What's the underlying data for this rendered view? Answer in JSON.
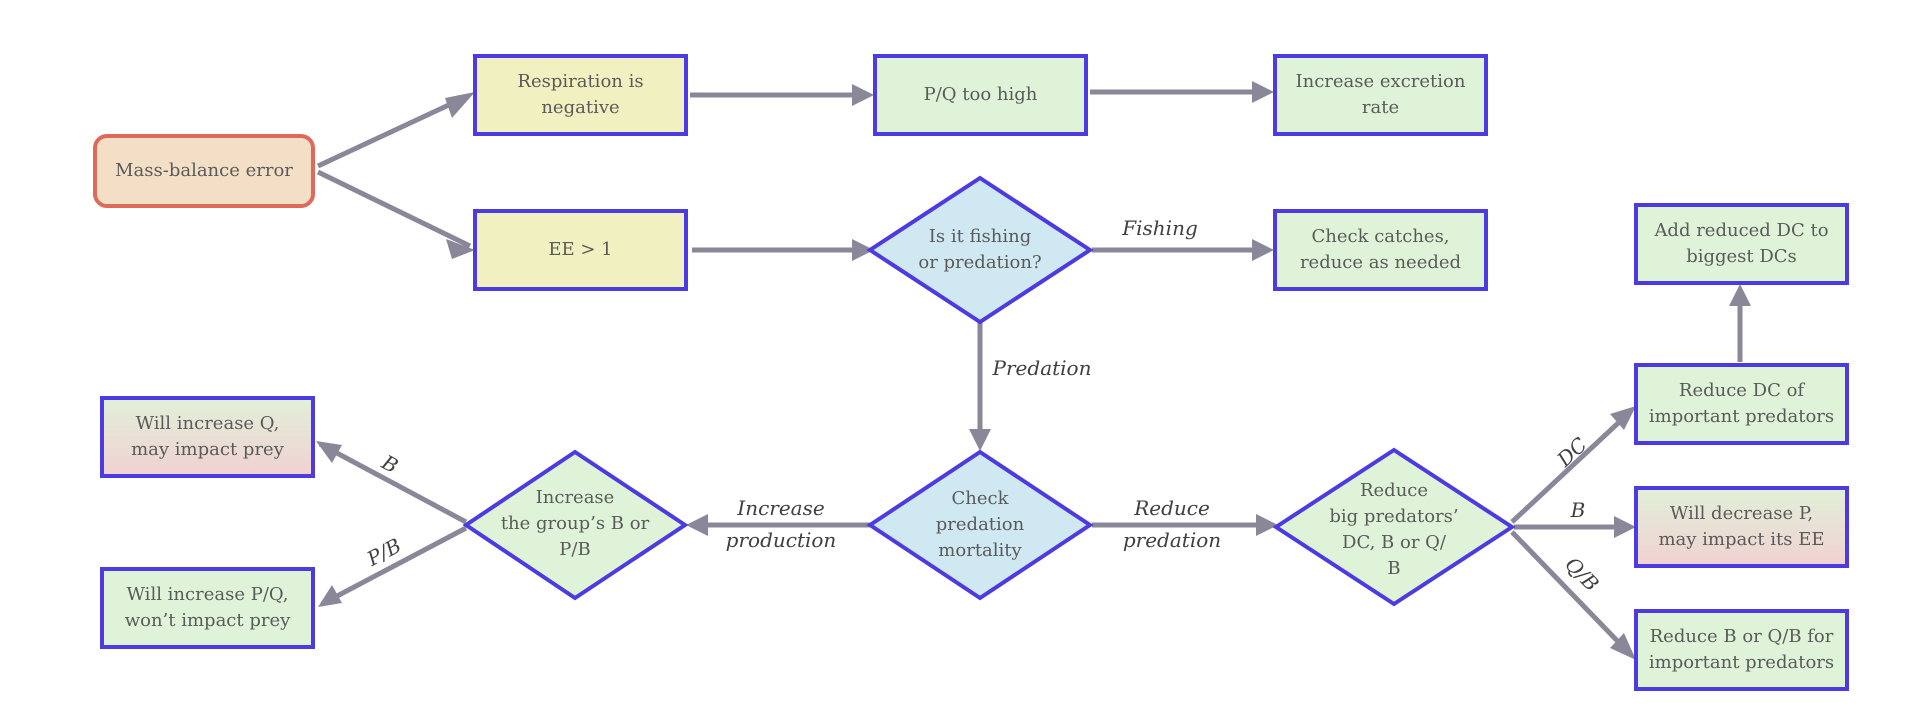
{
  "nodes": {
    "mass_balance": "Mass-balance error",
    "respiration": "Respiration is negative",
    "pq_high": "P/Q too high",
    "excretion": "Increase excretion rate",
    "ee": "EE > 1",
    "fishing_or_predation": "Is it fishing\nor predation?",
    "check_catches": "Check catches,\nreduce as needed",
    "add_reduced_dc": "Add reduced DC to\nbiggest DCs",
    "reduce_dc": "Reduce DC of\nimportant predators",
    "will_increase_q": "Will increase Q,\nmay impact prey",
    "increase_group": "Increase\nthe group’s B or\nP/B",
    "check_mortality": "Check\npredation\nmortality",
    "reduce_big": "Reduce\nbig predators’\nDC, B or Q/\nB",
    "will_decrease_p": "Will decrease P,\nmay impact its EE",
    "will_increase_pq": "Will increase P/Q,\nwon’t impact prey",
    "reduce_b_qb": "Reduce B or Q/B for\nimportant predators"
  },
  "edge_labels": {
    "fishing": "Fishing",
    "predation": "Predation",
    "increase_production": "Increase\nproduction",
    "reduce_predation": "Reduce\npredation",
    "b_left": "B",
    "pb_left": "P/B",
    "dc": "DC",
    "b_right": "B",
    "qb": "Q/B"
  },
  "colors": {
    "node_border": "#4b3be0",
    "start_border": "#e06a5a",
    "arrow": "#8a8799",
    "decision_fill": "#cfe8f2"
  }
}
